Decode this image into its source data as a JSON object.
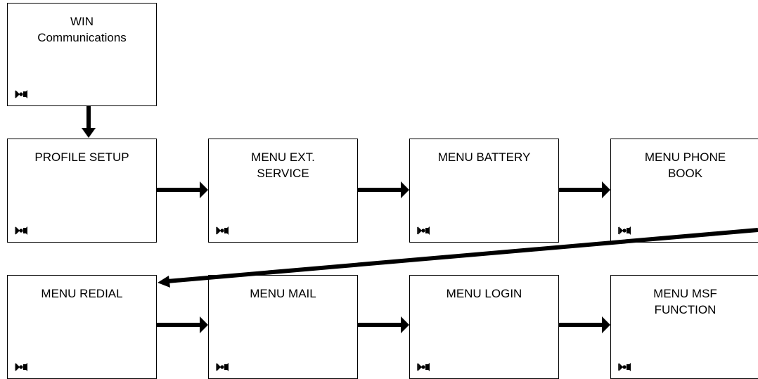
{
  "diagram": {
    "boxes": [
      {
        "id": "win",
        "title": "WIN\nCommunications",
        "icon": "signal-icon"
      },
      {
        "id": "profile-setup",
        "title": "PROFILE SETUP",
        "icon": "signal-icon"
      },
      {
        "id": "menu-ext-service",
        "title": "MENU EXT.\nSERVICE",
        "icon": "signal-icon"
      },
      {
        "id": "menu-battery",
        "title": "MENU BATTERY",
        "icon": "signal-icon"
      },
      {
        "id": "menu-phone-book",
        "title": "MENU PHONE\nBOOK",
        "icon": "signal-icon"
      },
      {
        "id": "menu-redial",
        "title": "MENU REDIAL",
        "icon": "signal-icon"
      },
      {
        "id": "menu-mail",
        "title": "MENU MAIL",
        "icon": "signal-icon"
      },
      {
        "id": "menu-login",
        "title": "MENU LOGIN",
        "icon": "signal-icon"
      },
      {
        "id": "menu-msf-function",
        "title": "MENU MSF\nFUNCTION",
        "icon": "signal-icon"
      }
    ],
    "colors": {
      "line": "#000000",
      "background": "#ffffff"
    }
  }
}
